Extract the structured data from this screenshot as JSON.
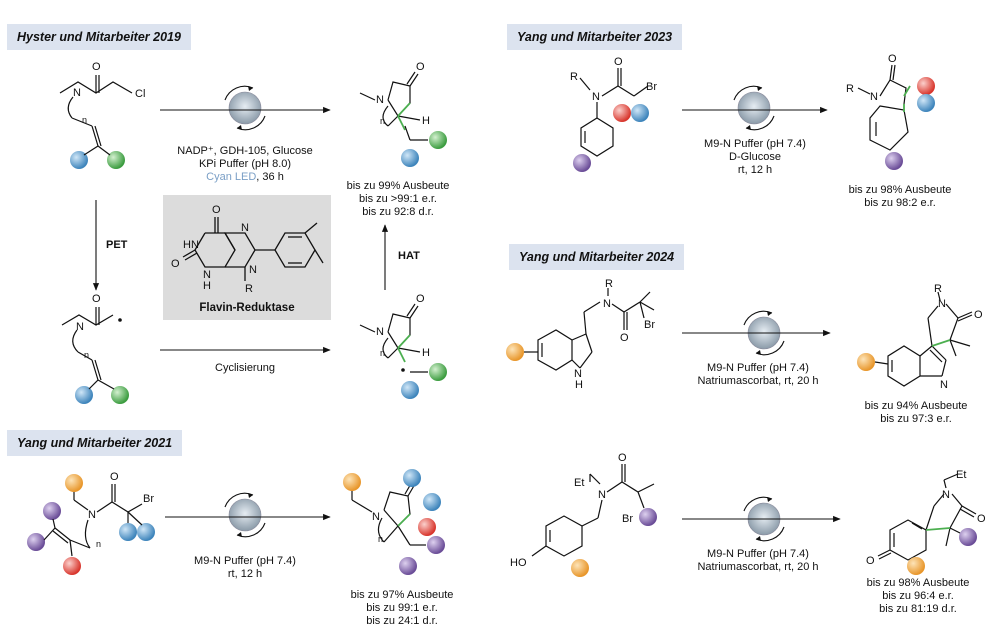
{
  "headers": {
    "hyster2019": "Hyster und Mitarbeiter 2019",
    "yang2021": "Yang und Mitarbeiter 2021",
    "yang2023": "Yang und Mitarbeiter 2023",
    "yang2024": "Yang und Mitarbeiter 2024"
  },
  "hyster": {
    "cond_1": "NADP⁺, GDH-105, Glucose",
    "cond_2": "KPi Puffer (pH 8.0)",
    "cond_3a": "Cyan LED",
    "cond_3b": ", 36 h",
    "res_1": "bis zu 99% Ausbeute",
    "res_2": "bis zu >99:1 e.r.",
    "res_3": "bis zu 92:8 d.r.",
    "pet": "PET",
    "hat": "HAT",
    "cyclization": "Cyclisierung",
    "flavin_label": "Flavin-Reduktase"
  },
  "yang2021": {
    "cond_1": "M9-N Puffer (pH 7.4)",
    "cond_2": "rt, 12 h",
    "res_1": "bis zu 97% Ausbeute",
    "res_2": "bis zu 99:1 e.r.",
    "res_3": "bis zu 24:1 d.r."
  },
  "yang2023": {
    "cond_1": "M9-N Puffer (pH 7.4)",
    "cond_2a": "D",
    "cond_2b": "-Glucose",
    "cond_3": "rt, 12 h",
    "res_1": "bis zu 98% Ausbeute",
    "res_2": "bis zu 98:2 e.r."
  },
  "yang2024a": {
    "cond_1": "M9-N Puffer (pH 7.4)",
    "cond_2": "Natriumascorbat, rt, 20 h",
    "res_1": "bis zu 94% Ausbeute",
    "res_2": "bis zu 97:3 e.r."
  },
  "yang2024b": {
    "cond_1": "M9-N Puffer (pH 7.4)",
    "cond_2": "Natriumascorbat, rt, 20 h",
    "res_1": "bis zu 98% Ausbeute",
    "res_2": "bis zu 96:4 e.r.",
    "res_3": "bis zu 81:19 d.r."
  },
  "atoms": {
    "O": "O",
    "N": "N",
    "H": "H",
    "Cl": "Cl",
    "Br": "Br",
    "R": "R",
    "NH": "N H",
    "HN": "HN",
    "HO": "HO",
    "Et": "Et",
    "n": "n"
  },
  "colors": {
    "blue": "#4f95c9",
    "green": "#4caf50",
    "red": "#e8453c",
    "purple": "#7b5ea7",
    "orange": "#f2a93b",
    "header_bg": "#dce3ef",
    "flavin_bg": "#dcdcdc"
  },
  "icons": [
    "enzyme-icon",
    "circular-arrow-icon"
  ]
}
